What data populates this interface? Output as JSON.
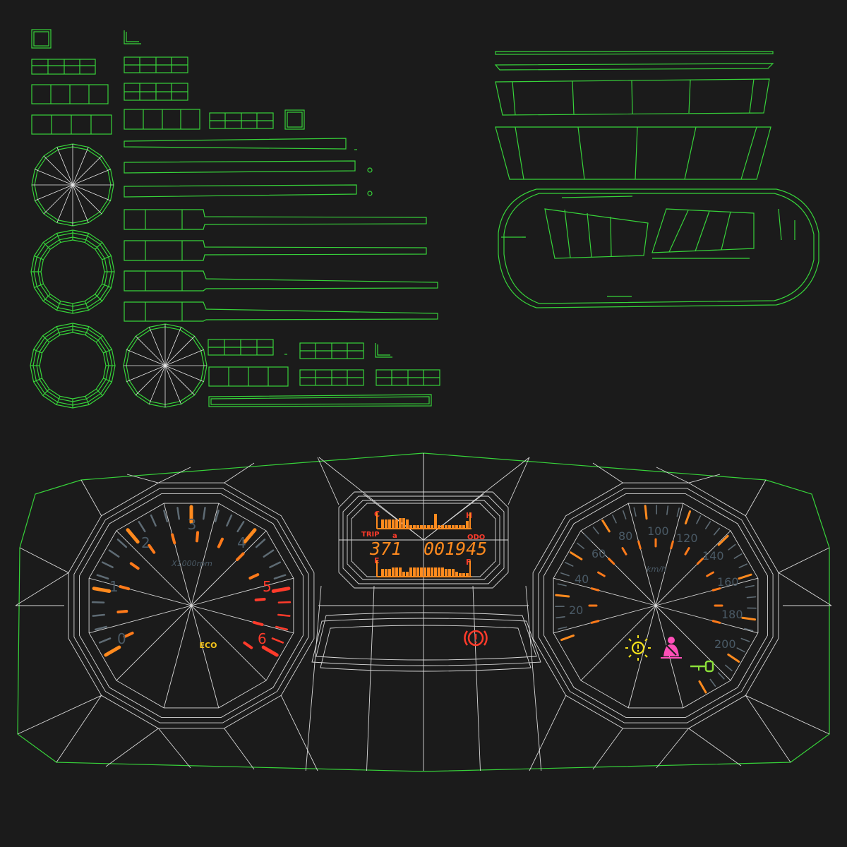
{
  "texture": {
    "background": "#1b1b1b",
    "wire_color": "#37d23a",
    "mesh_color": "#d8d8d8"
  },
  "tachometer": {
    "labels": [
      "0",
      "1",
      "2",
      "3",
      "4",
      "5",
      "6"
    ],
    "unit": "X1000rpm",
    "eco": "ECO"
  },
  "speedometer": {
    "labels": [
      "20",
      "40",
      "60",
      "80",
      "100",
      "120",
      "140",
      "160",
      "180",
      "200"
    ],
    "unit": "km/h"
  },
  "lcd": {
    "temp_cold": "C",
    "temp_hot": "H",
    "trip_label": "TRIP",
    "trip_sub": "a",
    "odo_label": "ODO",
    "trip_value": "371",
    "odo_value": "001945",
    "fuel_empty": "E",
    "fuel_full": "F"
  },
  "warning_icons": [
    "parking-brake-icon",
    "headlight-icon",
    "seatbelt-icon",
    "key-icon"
  ],
  "colors": {
    "orange": "#ff8a1e",
    "red": "#ff3b2b",
    "yellow": "#f6e21b",
    "pink": "#ff4fb8",
    "green": "#8be03a"
  }
}
